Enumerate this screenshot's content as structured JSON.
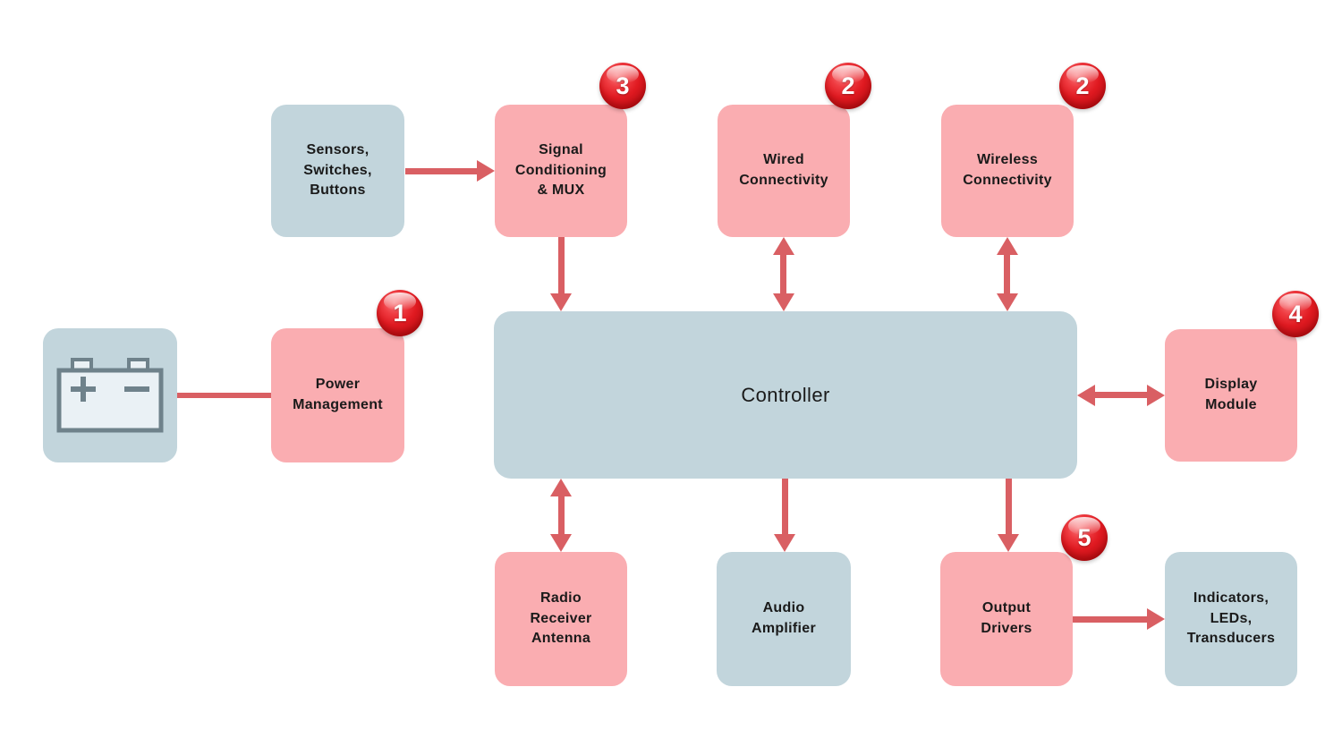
{
  "diagram": {
    "description": "Controller system hardware block diagram",
    "background": "#FFFFFF"
  },
  "palette": {
    "box_blue": "#C2D5DC",
    "box_pink": "#FAADB1",
    "arrow": "#D95F63",
    "text": "#1A1A1A",
    "badge_main": "#DC151C",
    "icon_stroke": "#6F828B",
    "icon_fill": "#EAF1F5",
    "bg": "#FFFFFF"
  },
  "nodes": [
    {
      "id": "sensors-switches-buttons",
      "label": "Sensors,\nSwitches,\nButtons",
      "color": "blue"
    },
    {
      "id": "signal-conditioning-mux",
      "label": "Signal\nConditioning\n& MUX",
      "color": "pink",
      "badge": "3"
    },
    {
      "id": "wired-connectivity",
      "label": "Wired\nConnectivity",
      "color": "pink",
      "badge": "2"
    },
    {
      "id": "wireless-connectivity",
      "label": "Wireless\nConnectivity",
      "color": "pink",
      "badge": "2"
    },
    {
      "id": "battery",
      "label": "",
      "icon": "battery-icon",
      "color": "blue"
    },
    {
      "id": "power-management",
      "label": "Power\nManagement",
      "color": "pink",
      "badge": "1"
    },
    {
      "id": "controller",
      "label": "Controller",
      "color": "blue"
    },
    {
      "id": "display-module",
      "label": "Display\nModule",
      "color": "pink",
      "badge": "4"
    },
    {
      "id": "radio-receiver-antenna",
      "label": "Radio\nReceiver\nAntenna",
      "color": "pink"
    },
    {
      "id": "audio-amplifier",
      "label": "Audio\nAmplifier",
      "color": "blue"
    },
    {
      "id": "output-drivers",
      "label": "Output\nDrivers",
      "color": "pink",
      "badge": "5"
    },
    {
      "id": "indicators-leds-transducers",
      "label": "Indicators,\nLEDs,\nTransducers",
      "color": "blue"
    }
  ],
  "connections": [
    {
      "from": "sensors-switches-buttons",
      "to": "signal-conditioning-mux",
      "style": "arrow",
      "direction": "one-way"
    },
    {
      "from": "signal-conditioning-mux",
      "to": "controller",
      "style": "arrow",
      "direction": "one-way"
    },
    {
      "from": "wired-connectivity",
      "to": "controller",
      "style": "arrow",
      "direction": "two-way"
    },
    {
      "from": "wireless-connectivity",
      "to": "controller",
      "style": "arrow",
      "direction": "two-way"
    },
    {
      "from": "battery",
      "to": "power-management",
      "style": "plain-line",
      "direction": "none"
    },
    {
      "from": "controller",
      "to": "display-module",
      "style": "arrow",
      "direction": "two-way"
    },
    {
      "from": "controller",
      "to": "radio-receiver-antenna",
      "style": "arrow",
      "direction": "two-way"
    },
    {
      "from": "controller",
      "to": "audio-amplifier",
      "style": "arrow",
      "direction": "one-way"
    },
    {
      "from": "controller",
      "to": "output-drivers",
      "style": "arrow",
      "direction": "one-way"
    },
    {
      "from": "output-drivers",
      "to": "indicators-leds-transducers",
      "style": "arrow",
      "direction": "one-way"
    }
  ]
}
